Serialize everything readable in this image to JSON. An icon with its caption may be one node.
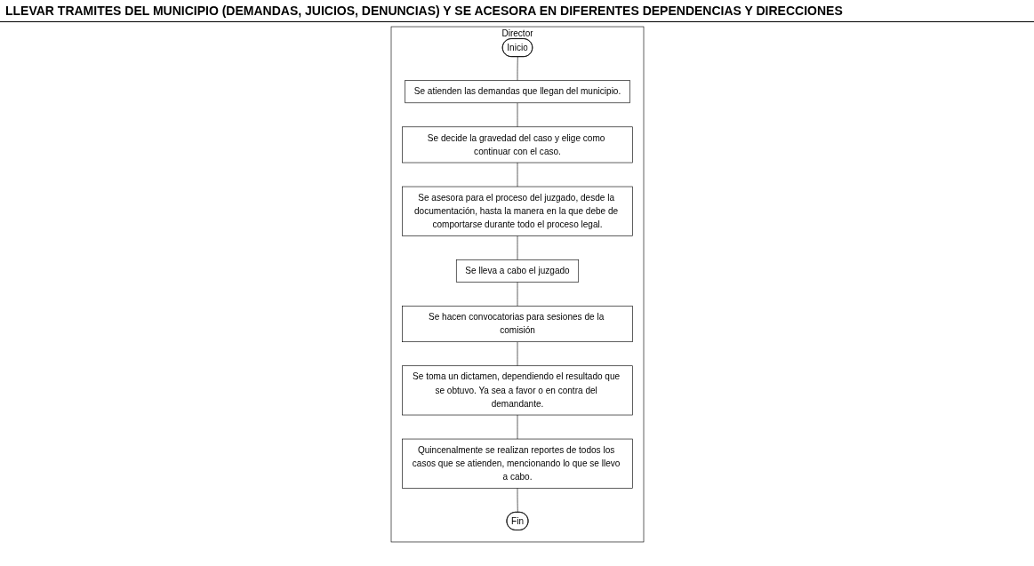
{
  "diagram": {
    "title": "LLEVAR TRAMITES DEL MUNICIPIO (DEMANDAS, JUICIOS, DENUNCIAS) Y SE ACESORA EN DIFERENTES DEPENDENCIAS Y DIRECCIONES",
    "nodes": [
      {
        "text": [
          "Director"
        ]
      },
      {
        "text": [
          "Inicio"
        ],
        "in": 0
      },
      {
        "text": [
          "Se atienden las demandas que llegan del municipio."
        ],
        "in": 0
      },
      {
        "text": [
          "Se decide la gravedad del caso y elige como continuar con el caso."
        ],
        "in": 0
      },
      {
        "text": [
          "Se asesora para el proceso del juzgado, desde la documentación, hasta la manera en la que debe de comportarse durante todo el proceso legal."
        ],
        "in": 0
      },
      {
        "text": [
          "Se lleva a cabo el juzgado"
        ],
        "in": 0
      },
      {
        "text": [
          "Se hacen convocatorias para sesiones de la comisión"
        ],
        "in": 0
      },
      {
        "text": [
          "Se toma un dictamen, dependiendo el resultado que se obtuvo. Ya sea a favor o en contra del demandante."
        ],
        "in": 0
      },
      {
        "text": [
          "Quincenalmente se realizan reportes de todos los casos que se atienden, mencionando lo que se llevo a cabo."
        ],
        "in": 0
      },
      {
        "text": [
          "Fin"
        ],
        "in": 0
      }
    ],
    "edges": [
      {
        "from": 1,
        "to": 2,
        "arrow": "none"
      },
      {
        "from": 2,
        "to": 3,
        "arrow": "none"
      },
      {
        "from": 3,
        "to": 4,
        "arrow": "none"
      },
      {
        "from": 4,
        "to": 5,
        "arrow": "none"
      },
      {
        "from": 5,
        "to": 6,
        "arrow": "none"
      },
      {
        "from": 6,
        "to": 7,
        "arrow": "none"
      },
      {
        "from": 7,
        "to": 8,
        "arrow": "none"
      },
      {
        "from": 8,
        "to": 9,
        "arrow": "none"
      }
    ]
  }
}
